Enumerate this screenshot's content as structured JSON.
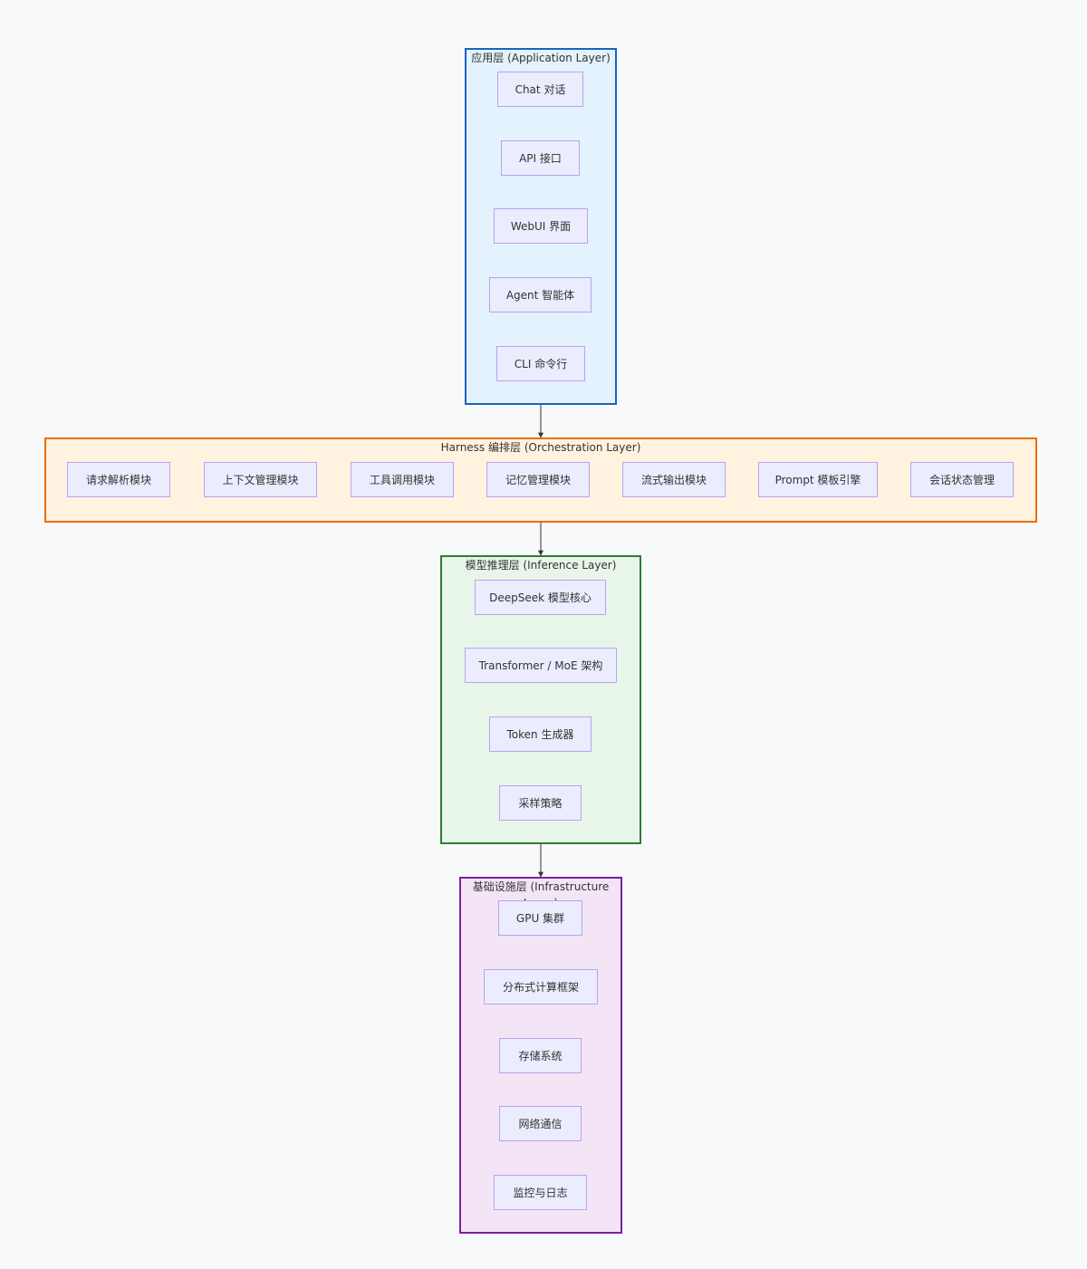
{
  "diagram": {
    "layers": [
      {
        "id": "application",
        "title": "应用层 (Application Layer)",
        "fill": "#e3f2fd",
        "border": "#1565c0",
        "nodes": [
          "Chat 对话",
          "API 接口",
          "WebUI 界面",
          "Agent 智能体",
          "CLI 命令行"
        ]
      },
      {
        "id": "orchestration",
        "title": "Harness 编排层 (Orchestration Layer)",
        "fill": "#fff3e0",
        "border": "#ef6c00",
        "nodes": [
          "请求解析模块",
          "上下文管理模块",
          "工具调用模块",
          "记忆管理模块",
          "流式输出模块",
          "Prompt 模板引擎",
          "会话状态管理"
        ]
      },
      {
        "id": "inference",
        "title": "模型推理层 (Inference Layer)",
        "fill": "#e8f5e9",
        "border": "#2e7d32",
        "nodes": [
          "DeepSeek 模型核心",
          "Transformer / MoE 架构",
          "Token 生成器",
          "采样策略"
        ]
      },
      {
        "id": "infrastructure",
        "title": "基础设施层 (Infrastructure Layer)",
        "fill": "#f3e5f5",
        "border": "#7b1fa2",
        "nodes": [
          "GPU 集群",
          "分布式计算框架",
          "存储系统",
          "网络通信",
          "监控与日志"
        ]
      }
    ],
    "edges": [
      {
        "from": "application",
        "to": "orchestration"
      },
      {
        "from": "orchestration",
        "to": "inference"
      },
      {
        "from": "inference",
        "to": "infrastructure"
      }
    ],
    "edge_color": "#333333",
    "node_fill": "#ececff",
    "node_border": "#b6a3f0"
  }
}
